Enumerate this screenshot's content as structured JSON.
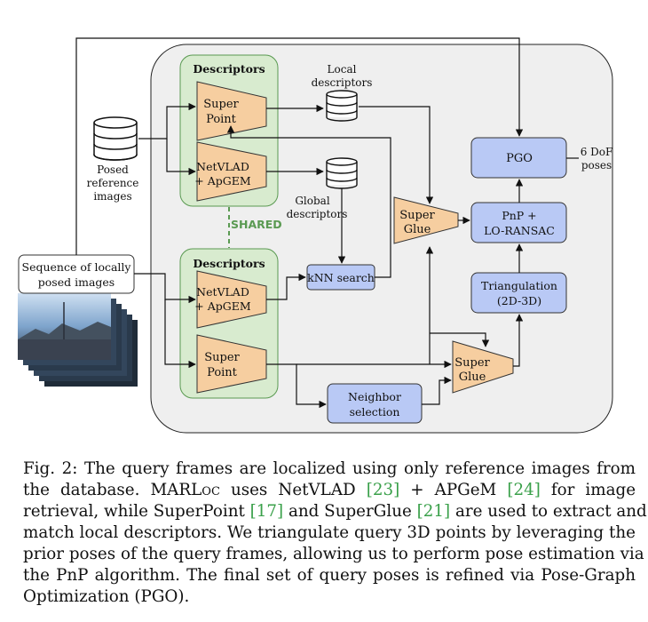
{
  "diagram": {
    "reference_db": {
      "label_lines": [
        "Posed",
        "reference",
        "images"
      ]
    },
    "sequence": {
      "label_lines": [
        "Sequence of locally",
        "posed images"
      ]
    },
    "descriptors_top": {
      "title": "Descriptors",
      "superpoint_lines": [
        "Super",
        "Point"
      ],
      "netvlad_lines": [
        "NetVLAD",
        "+ ApGEM"
      ]
    },
    "shared_label": "SHARED",
    "descriptors_bottom": {
      "title": "Descriptors",
      "netvlad_lines": [
        "NetVLAD",
        "+ ApGEM"
      ],
      "superpoint_lines": [
        "Super",
        "Point"
      ]
    },
    "local_descriptors_lines": [
      "Local",
      "descriptors"
    ],
    "global_descriptors_lines": [
      "Global",
      "descriptors"
    ],
    "knn_search": "kNN search",
    "superglue_top_lines": [
      "Super",
      "Glue"
    ],
    "superglue_bottom_lines": [
      "Super",
      "Glue"
    ],
    "neighbor_selection_lines": [
      "Neighbor",
      "selection"
    ],
    "pgo": "PGO",
    "pnp_lines": [
      "PnP +",
      "LO-RANSAC"
    ],
    "triangulation_lines": [
      "Triangulation",
      "(2D-3D)"
    ],
    "output_lines": [
      "6 DoF",
      "poses"
    ]
  },
  "colors": {
    "shared_green": "#5a9a52",
    "descriptor_panel": "#d8ebcf",
    "network_fill": "#f6ceA0",
    "module_fill": "#b9c9f5",
    "background_panel": "#efefef",
    "citation": "#3aa04a"
  },
  "caption": {
    "fig": "Fig. 2:",
    "text1": "The query frames are localized using only reference images from",
    "text2": "the database.",
    "name": "MARLoc",
    "text3": "uses NetVLAD",
    "c23": "[23]",
    "text4": "+ APGeM",
    "c24": "[24]",
    "text5": "for image",
    "text6": "retrieval, while SuperPoint",
    "c17": "[17]",
    "text7": "and SuperGlue",
    "c21": "[21]",
    "text8": "are used to extract and",
    "line4": "match local descriptors. We triangulate query 3D points by leveraging the",
    "line5": "prior poses of the query frames, allowing us to perform pose estimation via",
    "line6": "the PnP algorithm. The final set of query poses is refined via Pose-Graph",
    "line7": "Optimization (PGO)."
  }
}
